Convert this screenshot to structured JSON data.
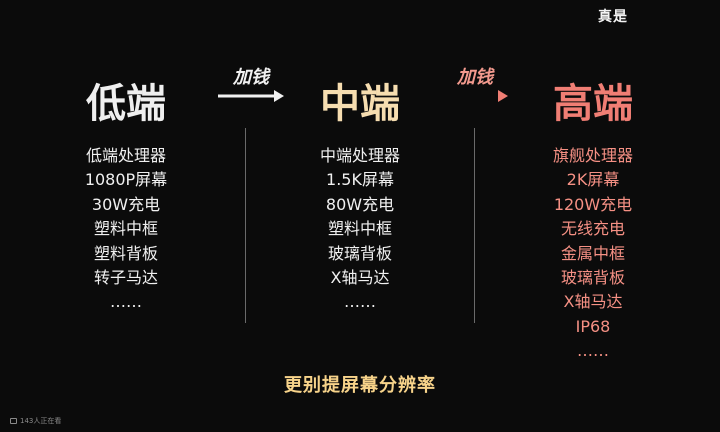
{
  "top_note": "真是",
  "columns": {
    "low": {
      "title": "低端",
      "items": [
        "低端处理器",
        "1080P屏幕",
        "30W充电",
        "塑料中框",
        "塑料背板",
        "转子马达",
        "……"
      ]
    },
    "mid": {
      "title": "中端",
      "items": [
        "中端处理器",
        "1.5K屏幕",
        "80W充电",
        "塑料中框",
        "玻璃背板",
        "X轴马达",
        "……"
      ]
    },
    "high": {
      "title": "高端",
      "items": [
        "旗舰处理器",
        "2K屏幕",
        "120W充电",
        "无线充电",
        "金属中框",
        "玻璃背板",
        "X轴马达",
        "IP68",
        "……"
      ]
    }
  },
  "arrows": {
    "first": {
      "label": "加钱"
    },
    "second": {
      "label": "加钱"
    }
  },
  "subtitle": "更别提屏幕分辨率",
  "viewer_count": "143人正在看",
  "colors": {
    "background": "#0b0b0b",
    "mid_title": "#f6ddb0",
    "high_title": "#f07e74",
    "high_items": "#f59084",
    "subtitle": "#f7d38a"
  }
}
